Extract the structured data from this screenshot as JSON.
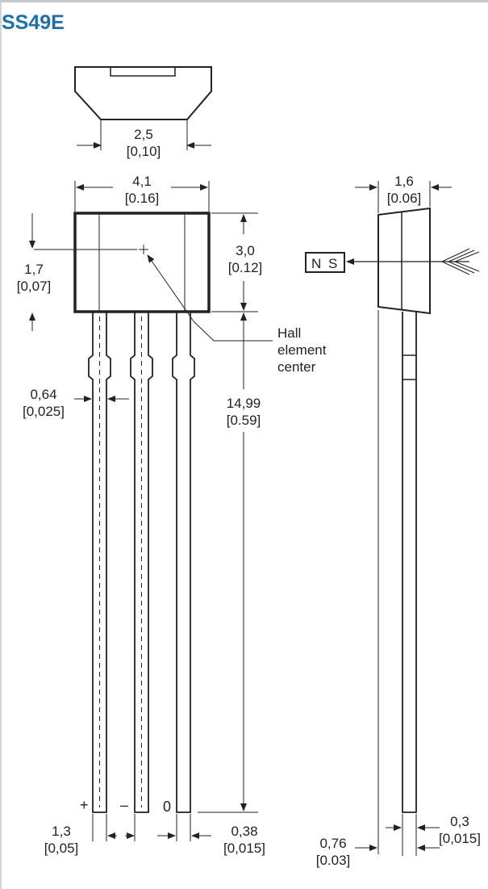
{
  "title": "SS49E",
  "dimensions": {
    "top_width": {
      "mm": "2,5",
      "in": "[0,10]"
    },
    "body_width": {
      "mm": "4,1",
      "in": "[0.16]"
    },
    "side_thickness": {
      "mm": "1,6",
      "in": "[0.06]"
    },
    "body_height": {
      "mm": "3,0",
      "in": "[0.12]"
    },
    "hall_offset": {
      "mm": "1,7",
      "in": "[0,07]"
    },
    "lead_width": {
      "mm": "0,64",
      "in": "[0,025]"
    },
    "lead_length": {
      "mm": "14,99",
      "in": "[0.59]"
    },
    "lead_pitch": {
      "mm": "1,3",
      "in": "[0,05]"
    },
    "lead_tip": {
      "mm": "0,38",
      "in": "[0,015]"
    },
    "side_lead": {
      "mm": "0,76",
      "in": "[0.03]"
    },
    "side_lead_thick": {
      "mm": "0,3",
      "in": "[0,015]"
    }
  },
  "annotations": {
    "hall_line1": "Hall",
    "hall_line2": "element",
    "hall_line3": "center",
    "magnet_n": "N",
    "magnet_s": "S"
  },
  "pins": {
    "plus": "+",
    "minus": "–",
    "zero": "0"
  }
}
